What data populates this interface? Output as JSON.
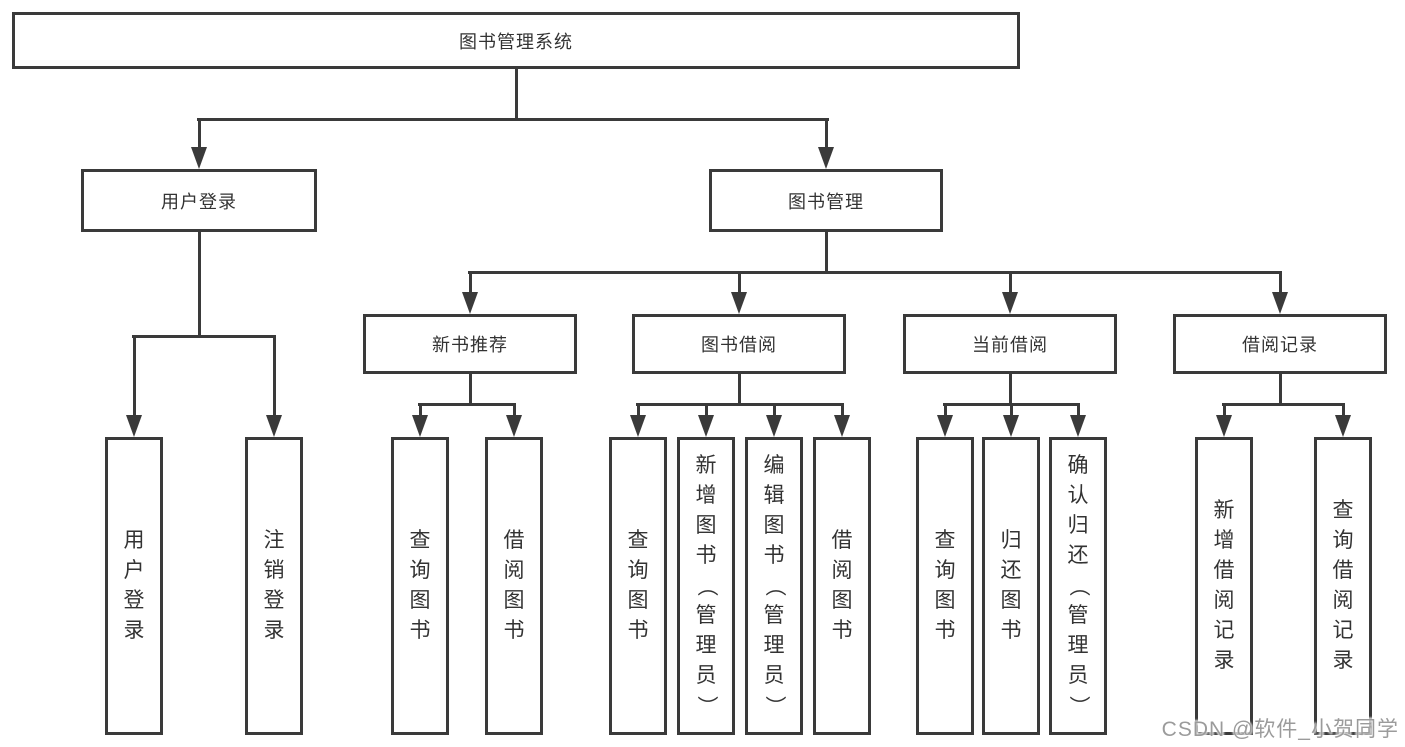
{
  "diagram": {
    "title": "图书管理系统",
    "colors": {
      "line": "#3a3a3a",
      "box_background": "#ffffff",
      "text": "#333333",
      "watermark_text": "#9b9b9b"
    },
    "nodes": {
      "root": {
        "label": "图书管理系统"
      },
      "user_login": {
        "label": "用户登录"
      },
      "book_management": {
        "label": "图书管理"
      },
      "new_book_recommend": {
        "label": "新书推荐"
      },
      "book_borrowing": {
        "label": "图书借阅"
      },
      "current_borrowing": {
        "label": "当前借阅"
      },
      "borrowing_records": {
        "label": "借阅记录"
      },
      "leaf_user_login": {
        "label": "用户登录"
      },
      "leaf_logout": {
        "label": "注销登录"
      },
      "nb_query_books": {
        "label": "查询图书"
      },
      "nb_borrow_books": {
        "label": "借阅图书"
      },
      "bb_query_books": {
        "label": "查询图书"
      },
      "bb_add_books": {
        "label": "新增图书（管理员）"
      },
      "bb_edit_books": {
        "label": "编辑图书（管理员）"
      },
      "bb_borrow_books": {
        "label": "借阅图书"
      },
      "cb_query_books": {
        "label": "查询图书"
      },
      "cb_return_books": {
        "label": "归还图书"
      },
      "cb_confirm_return": {
        "label": "确认归还（管理员）"
      },
      "br_add_record": {
        "label": "新增借阅记录"
      },
      "br_query_record": {
        "label": "查询借阅记录"
      }
    },
    "hierarchy": {
      "图书管理系统": {
        "用户登录": [
          "用户登录",
          "注销登录"
        ],
        "图书管理": {
          "新书推荐": [
            "查询图书",
            "借阅图书"
          ],
          "图书借阅": [
            "查询图书",
            "新增图书（管理员）",
            "编辑图书（管理员）",
            "借阅图书"
          ],
          "当前借阅": [
            "查询图书",
            "归还图书",
            "确认归还（管理员）"
          ],
          "借阅记录": [
            "新增借阅记录",
            "查询借阅记录"
          ]
        }
      }
    },
    "watermark": "CSDN @软件_小贺同学"
  }
}
